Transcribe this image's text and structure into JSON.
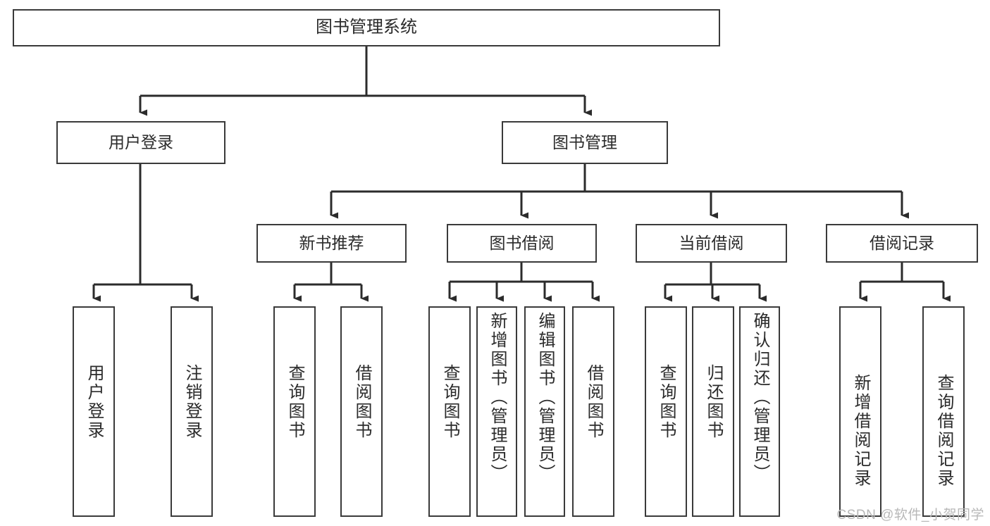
{
  "diagram": {
    "title": "图书管理系统",
    "watermark": "CSDN @软件_小贺同学",
    "root": {
      "label": "图书管理系统"
    },
    "level2": [
      {
        "label": "用户登录"
      },
      {
        "label": "图书管理"
      }
    ],
    "level3": [
      {
        "label": "新书推荐"
      },
      {
        "label": "图书借阅"
      },
      {
        "label": "当前借阅"
      },
      {
        "label": "借阅记录"
      }
    ],
    "leaves": {
      "user_login": [
        {
          "label": "用户登录"
        },
        {
          "label": "注销登录"
        }
      ],
      "new_book_recommend": [
        {
          "label": "查询图书"
        },
        {
          "label": "借阅图书"
        }
      ],
      "book_borrow": [
        {
          "label": "查询图书"
        },
        {
          "label": "新增图书（管理员）"
        },
        {
          "label": "编辑图书（管理员）"
        },
        {
          "label": "借阅图书"
        }
      ],
      "current_borrow": [
        {
          "label": "查询图书"
        },
        {
          "label": "归还图书"
        },
        {
          "label": "确认归还（管理员）"
        }
      ],
      "borrow_record": [
        {
          "label": "新增借阅记录"
        },
        {
          "label": "查询借阅记录"
        }
      ]
    }
  },
  "colors": {
    "border": "#3a3a3a",
    "text": "#2b2b2b",
    "background": "#ffffff",
    "watermark": "#b8b8b8"
  }
}
